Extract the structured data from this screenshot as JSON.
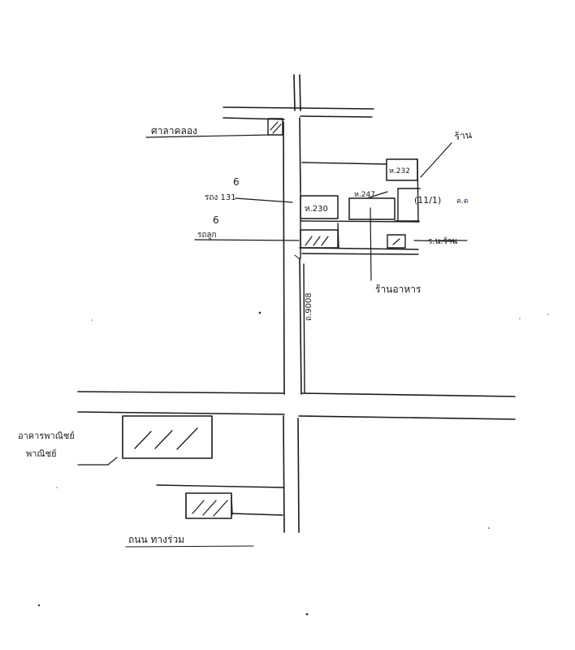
{
  "labels": {
    "shop_top_right": "ร้าน",
    "h232": "ห.232",
    "h247": "ห.247",
    "h230": "ห.230",
    "unit_11_1": "(11/1)",
    "unit_suffix": "ค.ต",
    "left_6_a": "6",
    "rongma_131": "รถง 131",
    "left_6_b": "6",
    "left_label_b": "รถลูก",
    "mid_right_label": "ร.น.ร้าน",
    "bottom_mid_shop": "ร้านอาหาร",
    "road_num": "ถ.9008",
    "left_bottom_label": "อาคารพาณิชย์",
    "left_bottom_sub": "พาณิชย์",
    "bottom_label": "ถนน ทางร่วม"
  }
}
